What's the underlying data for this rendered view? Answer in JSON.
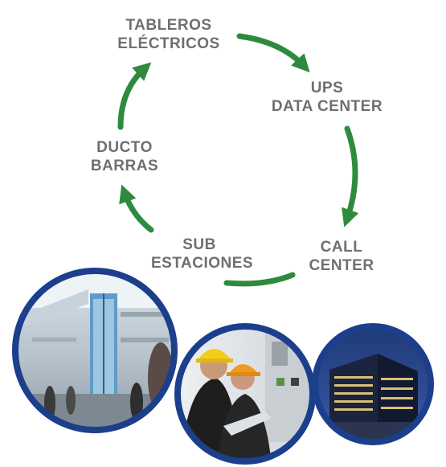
{
  "cycle": {
    "nodes": [
      {
        "line1": "TABLEROS",
        "line2": "ELÉCTRICOS"
      },
      {
        "line1": "UPS",
        "line2": "DATA CENTER"
      },
      {
        "line1": "CALL",
        "line2": "CENTER"
      },
      {
        "line1": "SUB",
        "line2": "ESTACIONES"
      },
      {
        "line1": "DUCTO",
        "line2": "BARRAS"
      }
    ],
    "arrow_color": "#2e8b3e",
    "text_color": "#6f6f6f"
  },
  "photos": {
    "ring_color": "#1c3f8c",
    "items": [
      {
        "subject": "building-atrium-photo"
      },
      {
        "subject": "engineers-with-laptop-photo"
      },
      {
        "subject": "office-tower-night-photo"
      }
    ]
  }
}
